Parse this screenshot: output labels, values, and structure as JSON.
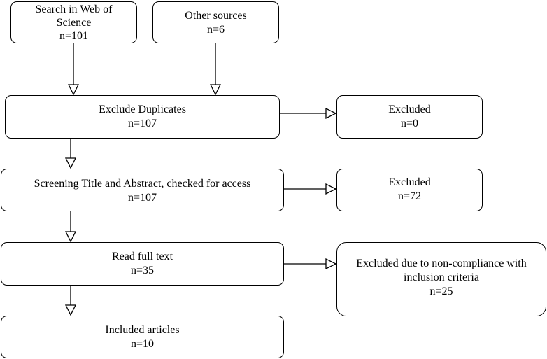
{
  "flowchart": {
    "sources": {
      "wos": {
        "title_line1": "Search in Web of",
        "title_line2": "Science",
        "count": "n=101"
      },
      "other": {
        "title": "Other sources",
        "count": "n=6"
      }
    },
    "duplicates": {
      "title": "Exclude Duplicates",
      "count": "n=107"
    },
    "excluded_duplicates": {
      "title": "Excluded",
      "count": "n=0"
    },
    "screening": {
      "title": "Screening Title and Abstract, checked for access",
      "count": "n=107"
    },
    "excluded_screening": {
      "title": "Excluded",
      "count": "n=72"
    },
    "full_text": {
      "title": "Read full text",
      "count": "n=35"
    },
    "excluded_full_text": {
      "title_line1": "Excluded due to non-compliance with",
      "title_line2": "inclusion criteria",
      "count": "n=25"
    },
    "included": {
      "title": "Included articles",
      "count": "n=10"
    }
  }
}
